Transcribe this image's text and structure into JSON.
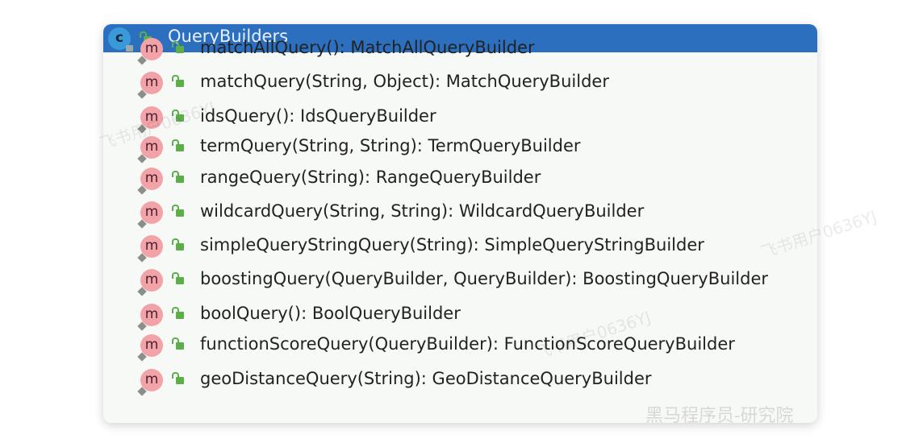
{
  "header": {
    "title": "QueryBuilders",
    "class_icon": "class-icon",
    "class_icon_letter": "c",
    "access_icon": "public-lock-icon"
  },
  "methods": [
    {
      "label": "matchAllQuery(): MatchAllQueryBuilder"
    },
    {
      "label": "matchQuery(String, Object): MatchQueryBuilder"
    },
    {
      "label": "idsQuery(): IdsQueryBuilder"
    },
    {
      "label": "termQuery(String, String): TermQueryBuilder"
    },
    {
      "label": "rangeQuery(String): RangeQueryBuilder"
    },
    {
      "label": "wildcardQuery(String, String): WildcardQueryBuilder"
    },
    {
      "label": "simpleQueryStringQuery(String): SimpleQueryStringBuilder"
    },
    {
      "label": "boostingQuery(QueryBuilder, QueryBuilder): BoostingQueryBuilder"
    },
    {
      "label": "boolQuery(): BoolQueryBuilder"
    },
    {
      "label": "functionScoreQuery(QueryBuilder): FunctionScoreQueryBuilder"
    },
    {
      "label": "geoDistanceQuery(String): GeoDistanceQueryBuilder"
    }
  ],
  "method_icon_letter": "m",
  "watermarks": {
    "user": "飞书用户0636YJ",
    "brand": "黑马程序员-研究院"
  },
  "colors": {
    "header": "#2c6fbf",
    "method_icon": "#f2a3a8",
    "lock": "#5cae4b"
  }
}
